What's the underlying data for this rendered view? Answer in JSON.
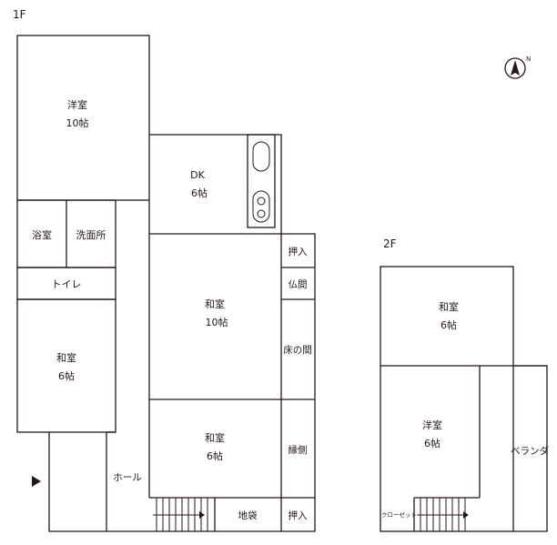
{
  "floors": [
    {
      "label": "1F"
    },
    {
      "label": "2F"
    }
  ],
  "rooms_1f": {
    "western_room": {
      "name": "洋室",
      "size": "10帖"
    },
    "dk": {
      "name": "DK",
      "size": "6帖"
    },
    "bath": {
      "name": "浴室"
    },
    "washroom": {
      "name": "洗面所"
    },
    "toilet": {
      "name": "トイレ"
    },
    "japanese_room_west": {
      "name": "和室",
      "size": "6帖"
    },
    "japanese_room_10": {
      "name": "和室",
      "size": "10帖"
    },
    "japanese_room_6": {
      "name": "和室",
      "size": "6帖"
    },
    "closet_top": {
      "name": "押入"
    },
    "butsuma": {
      "name": "仏間"
    },
    "tokonoma": {
      "name": "床の間"
    },
    "engawa": {
      "name": "縁側"
    },
    "hall": {
      "name": "ホール"
    },
    "jibukuro": {
      "name": "地袋"
    },
    "closet_bottom": {
      "name": "押入"
    }
  },
  "rooms_2f": {
    "japanese_room": {
      "name": "和室",
      "size": "6帖"
    },
    "western_room": {
      "name": "洋室",
      "size": "6帖"
    },
    "veranda": {
      "name": "ベランダ"
    },
    "closet": {
      "name": "クローゼット"
    }
  },
  "compass": {
    "label": "N"
  }
}
